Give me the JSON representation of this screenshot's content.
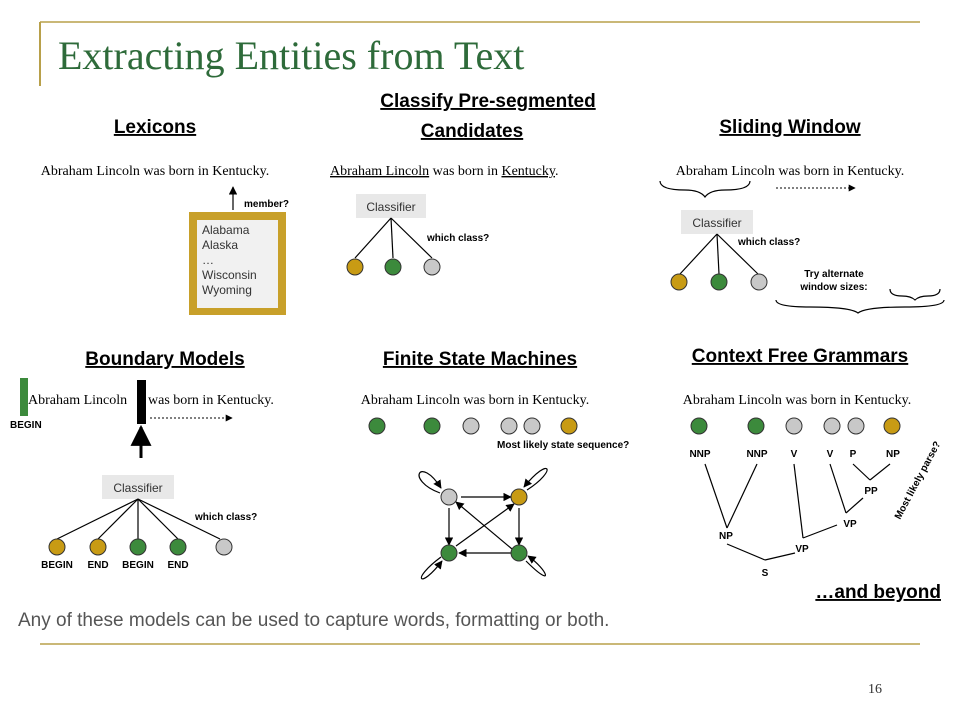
{
  "slide": {
    "title": "Extracting Entities from Text",
    "caption": "Any of these models can be used to capture words, formatting or both.",
    "page_number": "16",
    "and_beyond": "…and beyond"
  },
  "colors": {
    "green": "#3c8a3c",
    "gold": "#c89b14",
    "gray": "#c8c8c8",
    "box_gold": "#c8a02a",
    "title_green": "#2e6b3a"
  },
  "sentence": {
    "normal": "Abraham Lincoln was born in Kentucky.",
    "seg_name": "Abraham Lincoln",
    "seg_mid": " was born in ",
    "seg_place": "Kentucky",
    "seg_end": "."
  },
  "lexicons": {
    "heading": "Lexicons",
    "member_label": "member?",
    "list": [
      "Alabama",
      "Alaska",
      "…",
      "Wisconsin",
      "Wyoming"
    ]
  },
  "classify": {
    "heading_line1": "Classify Pre-segmented",
    "heading_line2": "Candidates",
    "classifier": "Classifier",
    "which_class": "which class?"
  },
  "sliding": {
    "heading": "Sliding Window",
    "classifier": "Classifier",
    "which_class": "which class?",
    "try_line1": "Try alternate",
    "try_line2": "window sizes:"
  },
  "boundary": {
    "heading": "Boundary Models",
    "begin_marker": "BEGIN",
    "sent_left": "Abraham Lincoln",
    "sent_right": "was born in Kentucky.",
    "classifier": "Classifier",
    "which_class": "which class?",
    "leaf_labels": [
      "BEGIN",
      "END",
      "BEGIN",
      "END"
    ]
  },
  "fsm": {
    "heading": "Finite State Machines",
    "most_likely": "Most likely state sequence?"
  },
  "cfg": {
    "heading": "Context Free Grammars",
    "tags": [
      "NNP",
      "NNP",
      "V",
      "V",
      "P",
      "NP"
    ],
    "pp": "PP",
    "vp_upper": "VP",
    "np": "NP",
    "vp_lower": "VP",
    "s": "S",
    "most_likely": "Most likely parse?"
  }
}
